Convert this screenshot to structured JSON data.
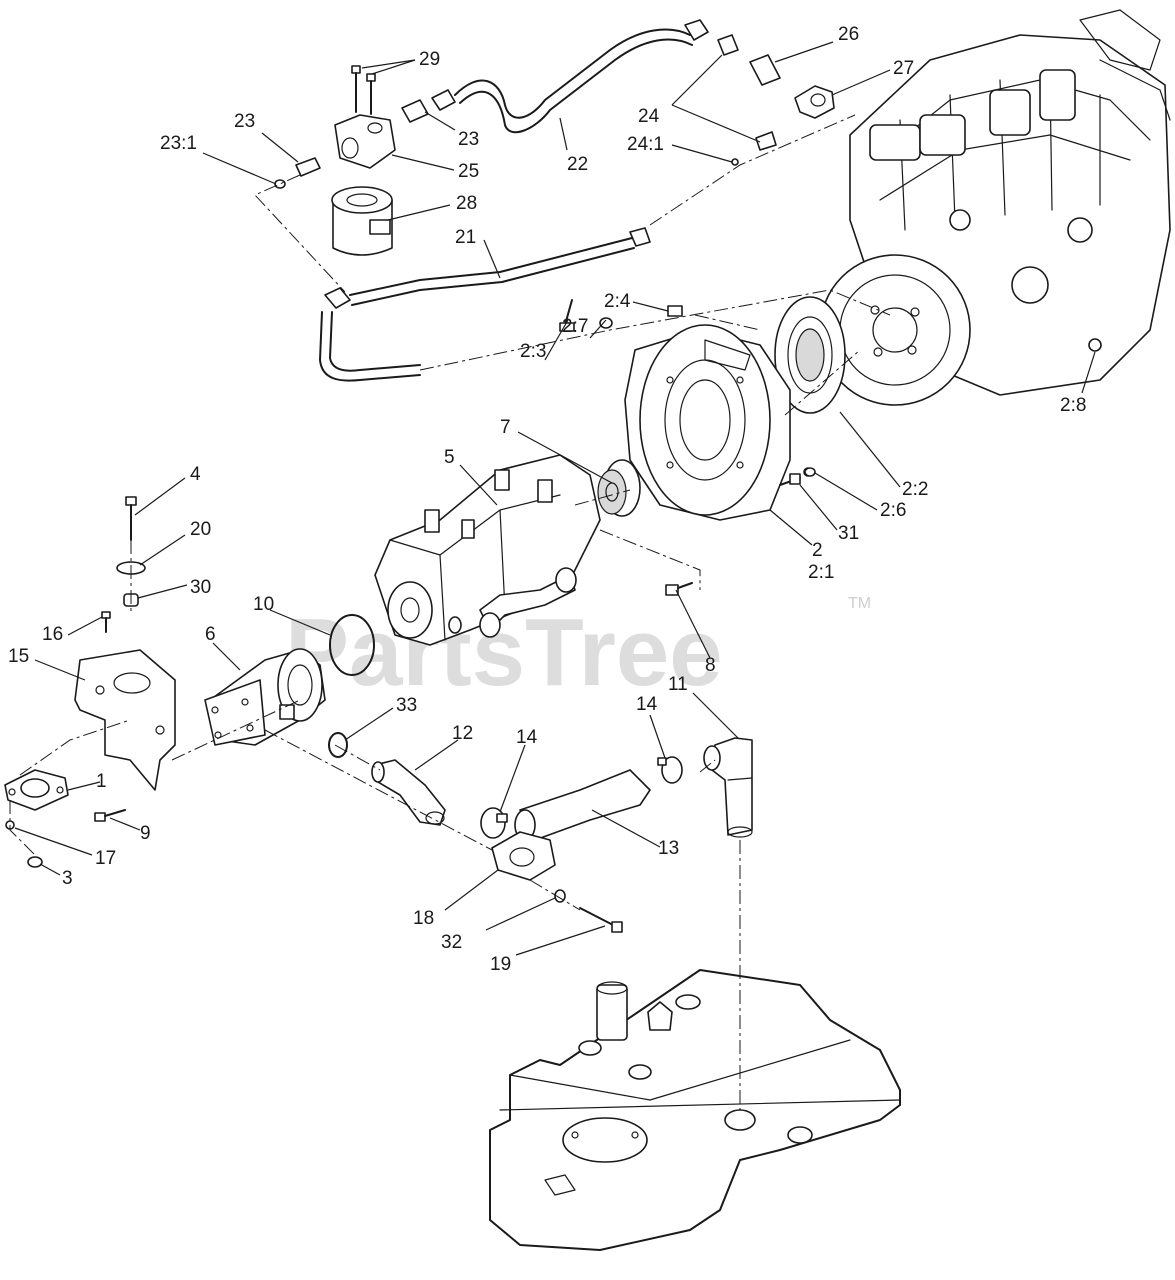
{
  "watermark": {
    "text": "PartsTree",
    "trademark": "TM"
  },
  "callouts": [
    "29",
    "26",
    "27",
    "23",
    "23:1",
    "23",
    "25",
    "24",
    "22",
    "24:1",
    "28",
    "21",
    "2:4",
    "2:7",
    "2:3",
    "2:8",
    "7",
    "5",
    "2:2",
    "4",
    "2:6",
    "31",
    "20",
    "2",
    "2:1",
    "30",
    "10",
    "16",
    "6",
    "15",
    "8",
    "11",
    "33",
    "12",
    "14",
    "14",
    "1",
    "9",
    "17",
    "13",
    "3",
    "18",
    "32",
    "19"
  ]
}
